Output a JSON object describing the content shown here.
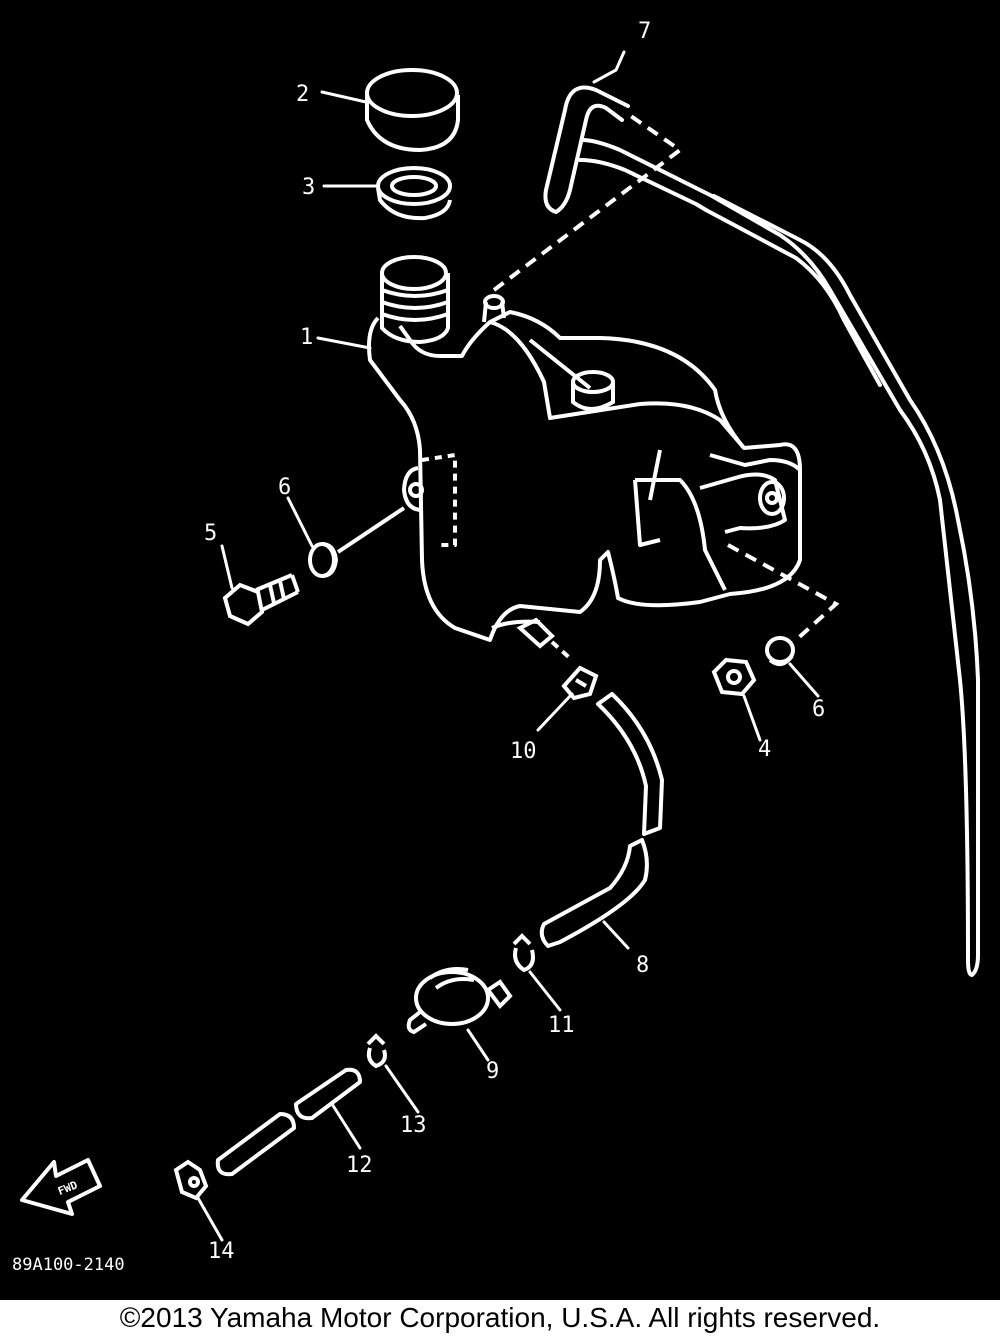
{
  "diagram": {
    "drawing_code": "89A100-2140",
    "front_marker_label": "FWD",
    "callouts": [
      {
        "id": "1",
        "part": "oil-tank"
      },
      {
        "id": "2",
        "part": "tank-cap"
      },
      {
        "id": "3",
        "part": "gasket"
      },
      {
        "id": "4",
        "part": "nut"
      },
      {
        "id": "5",
        "part": "bolt"
      },
      {
        "id": "6",
        "part": "collar"
      },
      {
        "id": "7",
        "part": "breather-hose"
      },
      {
        "id": "8",
        "part": "delivery-hose"
      },
      {
        "id": "9",
        "part": "oil-filter"
      },
      {
        "id": "10",
        "part": "hose-clip"
      },
      {
        "id": "11",
        "part": "hose-clip"
      },
      {
        "id": "12",
        "part": "hose"
      },
      {
        "id": "13",
        "part": "hose-clip"
      },
      {
        "id": "14",
        "part": "hose-clip"
      }
    ],
    "colors": {
      "background": "#000000",
      "linework": "#ffffff"
    }
  },
  "footer": {
    "copyright": "©2013 Yamaha Motor Corporation, U.S.A. All rights reserved."
  }
}
